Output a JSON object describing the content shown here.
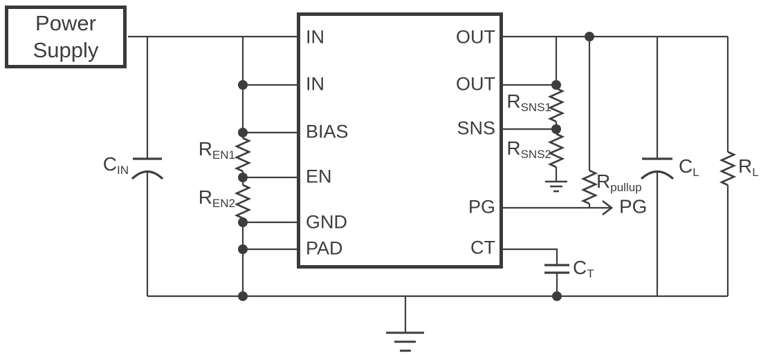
{
  "power_supply": {
    "label": "Power\nSupply"
  },
  "ic": {
    "pins_left": [
      "IN",
      "IN",
      "BIAS",
      "EN",
      "GND",
      "PAD"
    ],
    "pins_right": [
      "OUT",
      "OUT",
      "SNS",
      "PG",
      "CT"
    ]
  },
  "components": {
    "cin": {
      "main": "C",
      "sub": "IN"
    },
    "ren1": {
      "main": "R",
      "sub": "EN1"
    },
    "ren2": {
      "main": "R",
      "sub": "EN2"
    },
    "rsns1": {
      "main": "R",
      "sub": "SNS1"
    },
    "rsns2": {
      "main": "R",
      "sub": "SNS2"
    },
    "rpullup": {
      "main": "R",
      "sub": "pullup"
    },
    "cl": {
      "main": "C",
      "sub": "L"
    },
    "rl": {
      "main": "R",
      "sub": "L"
    },
    "ct": {
      "main": "C",
      "sub": "T"
    }
  },
  "outputs": {
    "pg": "PG"
  },
  "colors": {
    "line": "#3d3d3d",
    "border": "#3a3a3a",
    "background": "#ffffff"
  }
}
